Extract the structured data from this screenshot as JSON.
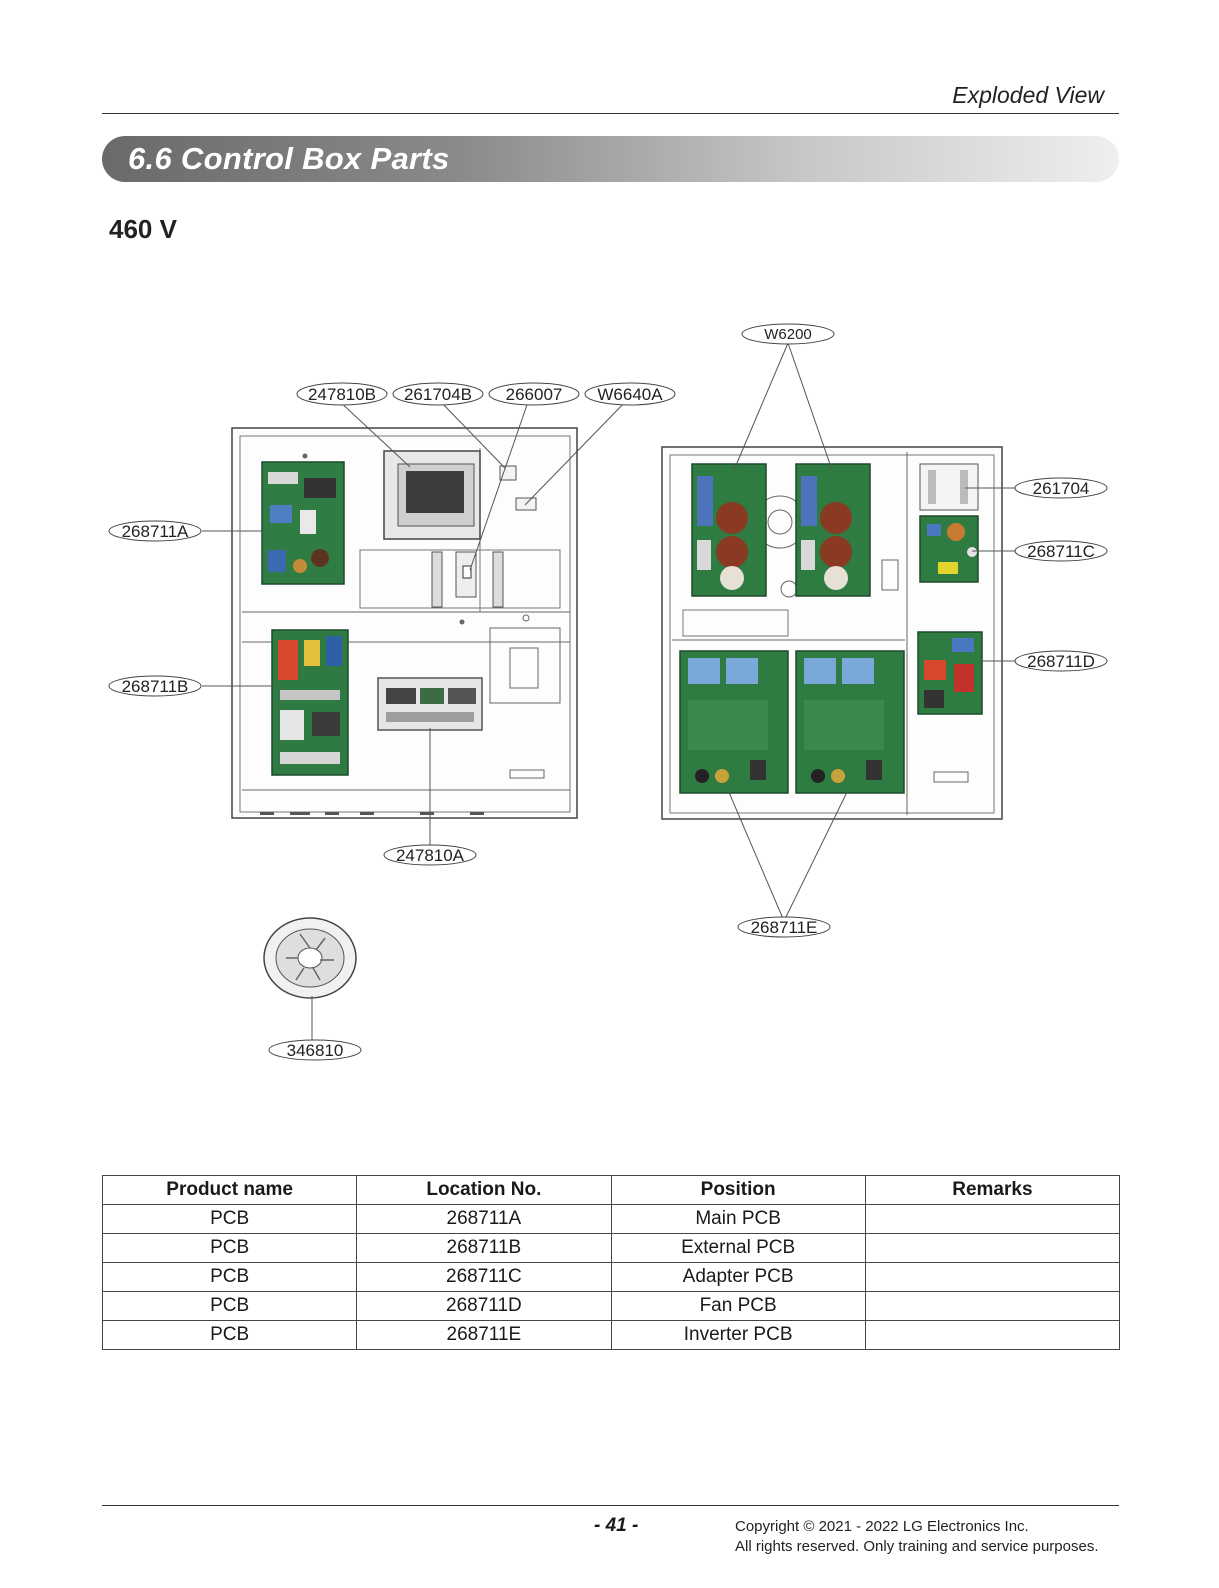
{
  "header": {
    "title": "Exploded View"
  },
  "section": {
    "title": "6.6 Control Box Parts"
  },
  "voltage": "460 V",
  "callouts": {
    "c247810B": "247810B",
    "c261704B": "261704B",
    "c266007": "266007",
    "cW6640A": "W6640A",
    "cW6200": "W6200",
    "c268711A": "268711A",
    "c268711B": "268711B",
    "c261704": "261704",
    "c268711C": "268711C",
    "c268711D": "268711D",
    "c247810A": "247810A",
    "c268711E": "268711E",
    "c346810": "346810"
  },
  "table": {
    "headers": [
      "Product name",
      "Location No.",
      "Position",
      "Remarks"
    ],
    "rows": [
      [
        "PCB",
        "268711A",
        "Main PCB",
        ""
      ],
      [
        "PCB",
        "268711B",
        "External PCB",
        ""
      ],
      [
        "PCB",
        "268711C",
        "Adapter PCB",
        ""
      ],
      [
        "PCB",
        "268711D",
        "Fan PCB",
        ""
      ],
      [
        "PCB",
        "268711E",
        "Inverter PCB",
        ""
      ]
    ]
  },
  "footer": {
    "page_number": "- 41 -",
    "copyright_line1": "Copyright © 2021 - 2022 LG Electronics Inc.",
    "copyright_line2": "All rights reserved. Only training and service purposes."
  }
}
